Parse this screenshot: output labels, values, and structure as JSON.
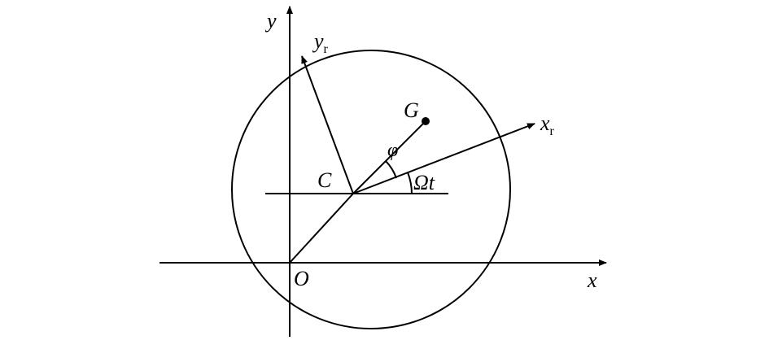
{
  "labels": {
    "y_axis": "y",
    "x_axis": "x",
    "origin": "O",
    "center": "C",
    "mass_center": "G",
    "xr_main": "x",
    "xr_sub": "r",
    "yr_main": "y",
    "yr_sub": "r",
    "phi": "φ",
    "omega_t": "Ωt"
  }
}
